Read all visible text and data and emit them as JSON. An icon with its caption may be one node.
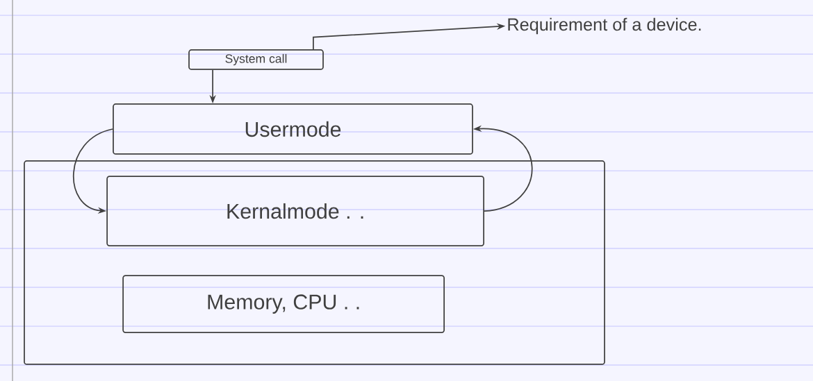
{
  "diagram": {
    "nodes": [
      {
        "text": [
          "Requirement of a device."
        ]
      },
      {
        "text": [
          "System call"
        ]
      },
      {
        "text": [
          "Usermode"
        ]
      },
      {
        "text": [],
        "shape": "box"
      },
      {
        "text": [
          "Kernalmode . ."
        ],
        "in": 3
      },
      {
        "text": [
          "Memory, CPU . ."
        ],
        "in": 3
      }
    ],
    "edges": [
      {
        "from": 1,
        "to": 0,
        "arrow": "to"
      },
      {
        "from": 1,
        "to": 2,
        "arrow": "to"
      },
      {
        "from": 2,
        "to": 4,
        "arrow": "to"
      },
      {
        "from": 4,
        "to": 2,
        "arrow": "to"
      }
    ]
  }
}
